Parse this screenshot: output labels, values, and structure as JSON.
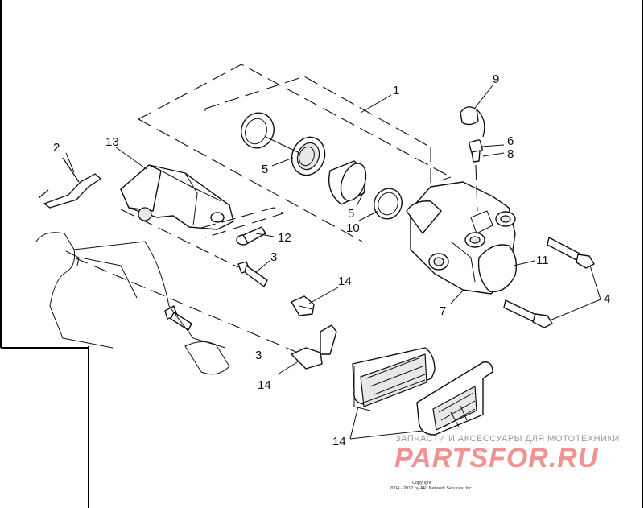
{
  "diagram": {
    "callouts": {
      "c1": "1",
      "c2": "2",
      "c3a": "3",
      "c3b": "3",
      "c4": "4",
      "c5a": "5",
      "c5b": "5",
      "c6": "6",
      "c7": "7",
      "c8": "8",
      "c9": "9",
      "c10": "10",
      "c11": "11",
      "c12": "12",
      "c13": "13",
      "c14a": "14",
      "c14b": "14",
      "c14c": "14"
    },
    "watermark": {
      "brand": "PARTSFOR.RU",
      "tagline": "ЗАПЧАСТИ И АКСЕССУАРЫ ДЛЯ МОТОТЕХНИКИ",
      "brand_color": "#e43c3c"
    },
    "copyright": {
      "line1": "Copyright",
      "line2": "2004 - 2017 by ARI Network Services, Inc."
    }
  }
}
